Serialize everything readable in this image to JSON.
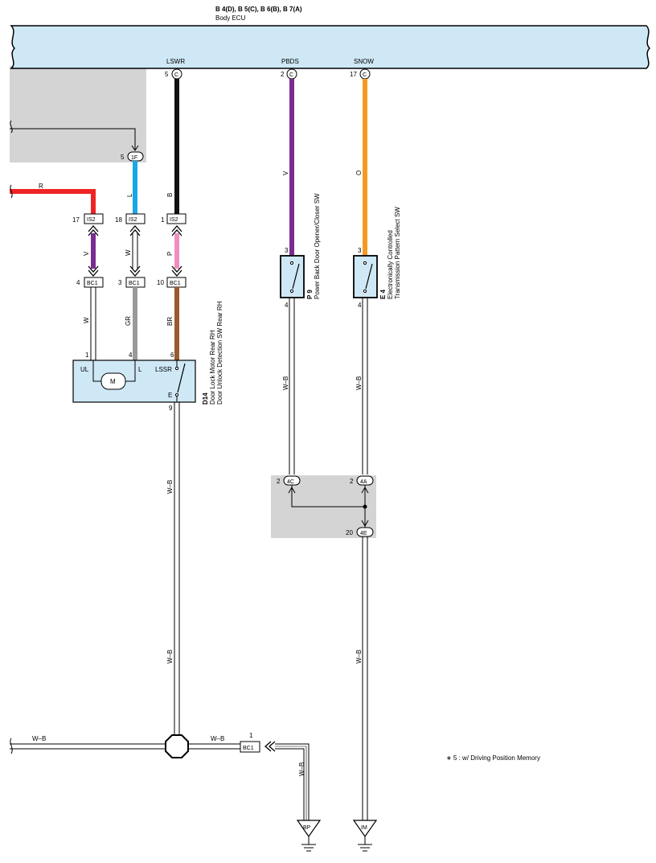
{
  "ecu": {
    "connectors": "B 4(D), B 5(C), B 6(B), B 7(A)",
    "name": "Body ECU",
    "terminals": [
      {
        "label": "LSWR",
        "pin": "5",
        "conn": "C"
      },
      {
        "label": "PBDS",
        "pin": "2",
        "conn": "C"
      },
      {
        "label": "SNOW",
        "pin": "17",
        "conn": "C"
      }
    ]
  },
  "wires": {
    "l_wire": {
      "pin": "5",
      "conn": "1F",
      "color_code": "L",
      "color": "#1aa7e8"
    },
    "r_wire": {
      "color_code": "R",
      "color": "#ee2424"
    },
    "b_wire": {
      "color_code": "B",
      "color": "#111111"
    },
    "v_upper": {
      "color_code": "V",
      "color": "#7b2c91"
    },
    "o_wire": {
      "color_code": "O",
      "color": "#f39a21"
    },
    "v_lower": {
      "color_code": "V"
    },
    "w_lower": {
      "color_code": "W"
    },
    "p_wire": {
      "color_code": "P",
      "color": "#ef8fbd"
    },
    "w_to_ul": {
      "color_code": "W"
    },
    "gr_wire": {
      "color_code": "GR",
      "color": "#9a9a9a"
    },
    "br_wire": {
      "color_code": "BR",
      "color": "#9a5a2e"
    },
    "wb": "W–B"
  },
  "is2": [
    {
      "pin": "17",
      "conn": "IS2"
    },
    {
      "pin": "18",
      "conn": "IS2"
    },
    {
      "pin": "1",
      "conn": "IS2"
    }
  ],
  "bc1": [
    {
      "pin": "4",
      "conn": "BC1"
    },
    {
      "pin": "3",
      "conn": "BC1"
    },
    {
      "pin": "10",
      "conn": "BC1"
    }
  ],
  "d14": {
    "id": "D14",
    "line1": "Door Lock Motor Rear RH",
    "line2": "Door Unlock Detection SW Rear RH",
    "pins": {
      "ul": "1",
      "l": "4",
      "lssr": "6",
      "e": "9"
    },
    "terms": {
      "ul": "UL",
      "l": "L",
      "lssr": "LSSR",
      "e": "E",
      "motor": "M"
    }
  },
  "p9": {
    "id": "P 9",
    "name": "Power Back Door Opener/Closer SW",
    "pin_top": "3",
    "pin_bottom": "4"
  },
  "e4": {
    "id": "E 4",
    "line1": "Electronically Controlled",
    "line2": "Transmission Pattern Select SW",
    "pin_top": "3",
    "pin_bottom": "4"
  },
  "junction": [
    {
      "pin": "2",
      "conn": "4C"
    },
    {
      "pin": "2",
      "conn": "4A"
    },
    {
      "pin": "20",
      "conn": "4E"
    }
  ],
  "bc1_ground": {
    "pin": "1",
    "conn": "BC1"
  },
  "grounds": {
    "bp": "BP",
    "im": "IM"
  },
  "footnote": "∗ 5 : w/ Driving Position Memory"
}
